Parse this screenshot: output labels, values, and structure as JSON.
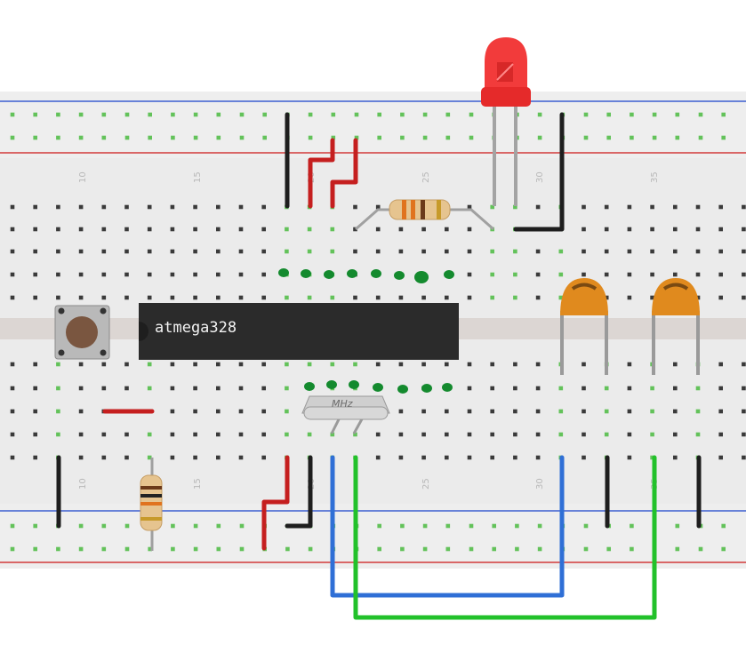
{
  "chip": {
    "label": "atmega328"
  },
  "crystal": {
    "label": "MHz"
  },
  "column_numbers": [
    "10",
    "15",
    "20",
    "25",
    "30",
    "35"
  ],
  "colors": {
    "board": "#ebebeb",
    "rail_blue": "#3b5fd0",
    "rail_red": "#d23a3a",
    "hole": "#3a3a3a",
    "hole_active": "#63c25a",
    "wire_black": "#1e1e1e",
    "wire_red": "#c51f1f",
    "wire_blue": "#2f6fd6",
    "wire_green": "#22c12a",
    "capacitor": "#e08a1e",
    "led": "#f23b3b",
    "chip": "#2b2b2b",
    "solder_dot": "#148a2e"
  }
}
